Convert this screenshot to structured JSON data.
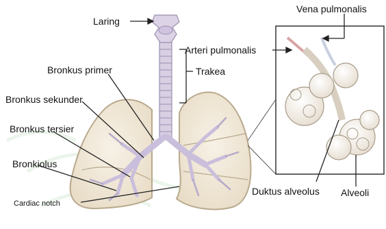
{
  "diagram": {
    "labels": {
      "laring": "Laring",
      "vena_pulmonalis": "Vena pulmonalis",
      "arteri_pulmonalis": "Arteri pulmonalis",
      "trakea": "Trakea",
      "bronkus_primer": "Bronkus primer",
      "bronkus_sekunder": "Bronkus sekunder",
      "bronkus_tersier": "Bronkus tersier",
      "bronkiolus": "Bronkiolus",
      "cardiac_notch": "Cardiac notch",
      "duktus_alveolus": "Duktus alveolus",
      "alveoli": "Alveoli"
    },
    "colors": {
      "lung_fill": "#f3ecdf",
      "lung_outline": "#b9a98d",
      "trachea": "#d9cfe3",
      "bronchi": "#c9bedb",
      "leader_line": "#222222",
      "inset_border": "#333333",
      "watermark": "#c8e3c8"
    }
  }
}
